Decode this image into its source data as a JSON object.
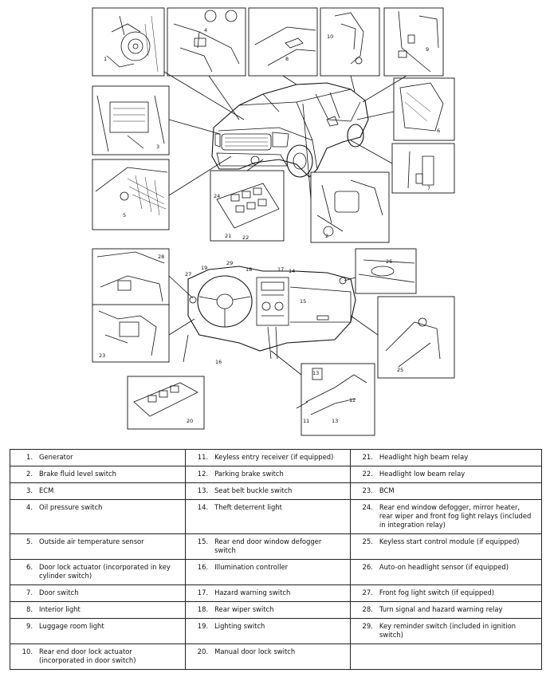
{
  "callouts": {
    "c1": "1",
    "c2": "2",
    "c3": "3",
    "c4": "4",
    "c5": "5",
    "c6": "6",
    "c7": "7",
    "c8": "8",
    "c9": "9",
    "c10": "10",
    "c11": "11",
    "c12": "12",
    "c13a": "13",
    "c13b": "13",
    "c14": "14",
    "c15": "15",
    "c16": "16",
    "c17": "17",
    "c18": "18",
    "c19": "19",
    "c20": "20",
    "c21": "21",
    "c22": "22",
    "c23": "23",
    "c24": "24",
    "c25": "25",
    "c26": "26",
    "c27": "27",
    "c28": "28",
    "c29": "29"
  },
  "legend": [
    [
      {
        "n": "1.",
        "t": "Generator"
      },
      {
        "n": "11.",
        "t": "Keyless entry receiver (if equipped)"
      },
      {
        "n": "21.",
        "t": "Headlight high beam relay"
      }
    ],
    [
      {
        "n": "2.",
        "t": "Brake fluid level switch"
      },
      {
        "n": "12.",
        "t": "Parking brake switch"
      },
      {
        "n": "22.",
        "t": "Headlight low beam relay"
      }
    ],
    [
      {
        "n": "3.",
        "t": "ECM"
      },
      {
        "n": "13.",
        "t": "Seat belt buckle switch"
      },
      {
        "n": "23.",
        "t": "BCM"
      }
    ],
    [
      {
        "n": "4.",
        "t": "Oil pressure switch"
      },
      {
        "n": "14.",
        "t": "Theft deterrent light"
      },
      {
        "n": "24.",
        "t": "Rear end window defogger, mirror heater, rear wiper and front fog light relays (included in integration relay)"
      }
    ],
    [
      {
        "n": "5.",
        "t": "Outside air temperature sensor"
      },
      {
        "n": "15.",
        "t": "Rear end door window defogger switch"
      },
      {
        "n": "25.",
        "t": "Keyless start control module (if equipped)"
      }
    ],
    [
      {
        "n": "6.",
        "t": "Door lock actuator (incorporated in key cylinder switch)"
      },
      {
        "n": "16.",
        "t": "Illumination controller"
      },
      {
        "n": "26.",
        "t": "Auto-on headlight sensor (if equipped)"
      }
    ],
    [
      {
        "n": "7.",
        "t": "Door switch"
      },
      {
        "n": "17.",
        "t": "Hazard warning switch"
      },
      {
        "n": "27.",
        "t": "Front fog light switch (if equipped)"
      }
    ],
    [
      {
        "n": "8.",
        "t": "Interior light"
      },
      {
        "n": "18.",
        "t": "Rear wiper switch"
      },
      {
        "n": "28.",
        "t": "Turn signal and hazard warning relay"
      }
    ],
    [
      {
        "n": "9.",
        "t": "Luggage room light"
      },
      {
        "n": "19.",
        "t": "Lighting switch"
      },
      {
        "n": "29.",
        "t": "Key reminder switch (included in ignition switch)"
      }
    ],
    [
      {
        "n": "10.",
        "t": "Rear end door lock actuator (incorporated in door switch)"
      },
      {
        "n": "20.",
        "t": "Manual door lock switch"
      },
      {
        "n": "",
        "t": ""
      }
    ]
  ]
}
